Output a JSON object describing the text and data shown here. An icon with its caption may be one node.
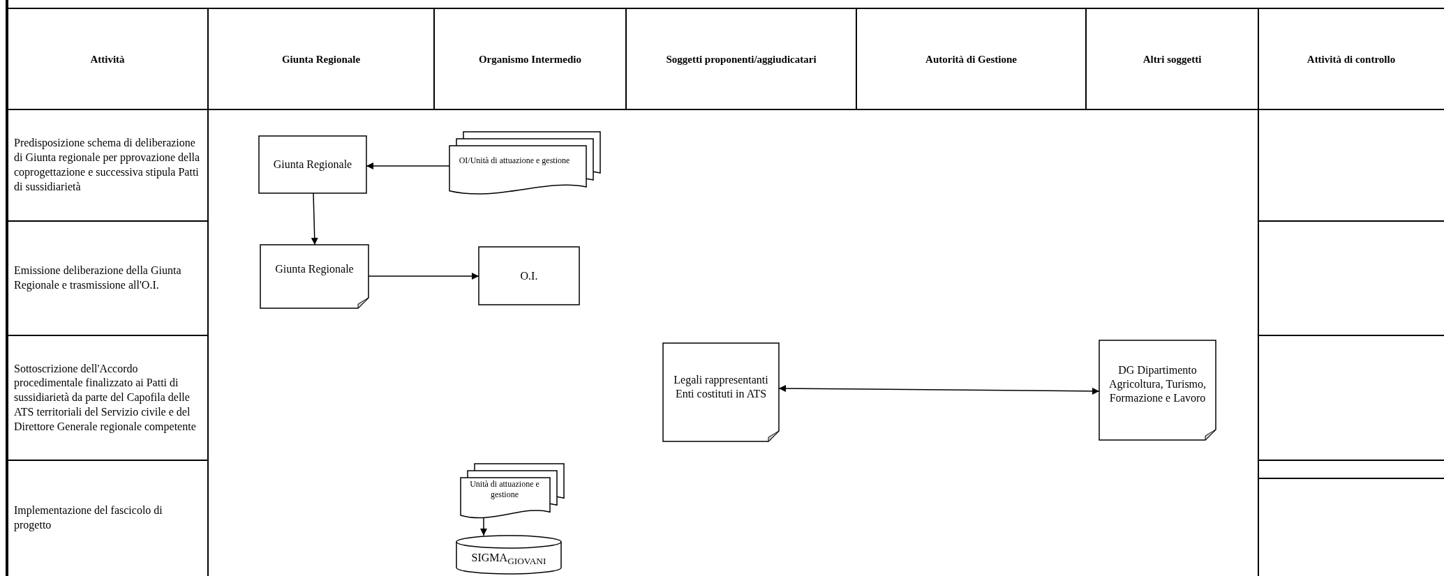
{
  "diagram": {
    "nodes": [
      {
        "text": [
          "Giunta Regionale"
        ]
      },
      {
        "text": [
          "OI/Unità di attuazione e gestione"
        ]
      },
      {
        "text": [
          "Giunta Regionale"
        ]
      },
      {
        "text": [
          "O.I."
        ]
      },
      {
        "text": [
          "Legali rappresentanti Enti costituti in ATS"
        ]
      },
      {
        "text": [
          "DG Dipartimento Agricoltura, Turismo, Formazione e Lavoro"
        ]
      },
      {
        "text": [
          "Unità di attuazione e gestione"
        ]
      },
      {
        "text": [
          "SIGMA$_{GIOVANI}$"
        ]
      }
    ],
    "edges": [
      {
        "from": 1,
        "to": 0,
        "arrow": "to"
      },
      {
        "from": 0,
        "to": 2,
        "arrow": "to"
      },
      {
        "from": 2,
        "to": 3,
        "arrow": "to"
      },
      {
        "from": 4,
        "to": 5,
        "arrow": "both"
      },
      {
        "from": 6,
        "to": 7,
        "arrow": "to"
      }
    ],
    "labels": [
      "Attività",
      "Giunta Regionale",
      "Organismo Intermedio",
      "Soggetti proponenti/aggiudicatari",
      "Autorità di Gestione",
      "Altri soggetti",
      "Attività di controllo",
      "Predisposizione schema di deliberazione di Giunta regionale per pprovazione della coprogettazione e successiva stipula Patti di sussidiarietà",
      "Emissione deliberazione della Giunta Regionale e trasmissione all'O.I.",
      "Sottoscrizione dell'Accordo procedimentale finalizzato ai  Patti di sussidiarietà da parte del Capofila delle ATS territoriali del Servizio civile e del Direttore Generale regionale competente",
      "Implementazione del fascicolo di progetto"
    ]
  }
}
